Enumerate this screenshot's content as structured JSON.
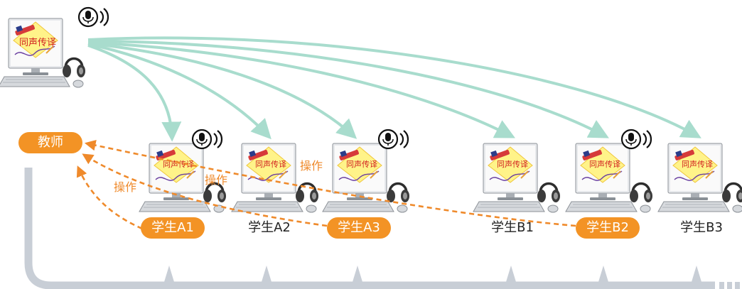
{
  "diagram": {
    "teacher": {
      "label": "教师",
      "screen_text": "同声传译"
    },
    "students": [
      {
        "id": "A1",
        "label": "学生A1",
        "highlighted": true,
        "mic": false,
        "screen_text": "同声传译"
      },
      {
        "id": "A2",
        "label": "学生A2",
        "highlighted": false,
        "mic": true,
        "screen_text": "同声传译"
      },
      {
        "id": "A3",
        "label": "学生A3",
        "highlighted": true,
        "mic": true,
        "screen_text": "同声传译"
      },
      {
        "id": "B1",
        "label": "学生B1",
        "highlighted": false,
        "mic": false,
        "screen_text": "同声传译"
      },
      {
        "id": "B2",
        "label": "学生B2",
        "highlighted": true,
        "mic": true,
        "screen_text": "同声传译"
      },
      {
        "id": "B3",
        "label": "学生B3",
        "highlighted": false,
        "mic": false,
        "screen_text": "同声传译"
      }
    ],
    "operate_label": "操作",
    "colors": {
      "accent": "#f39325",
      "broadcast_arrow": "#a8dccd",
      "operate_arrow": "#ef8a2b",
      "bus": "#c8ced6",
      "screen_bg": "#fff389",
      "screen_text": "#d11f1f"
    }
  }
}
